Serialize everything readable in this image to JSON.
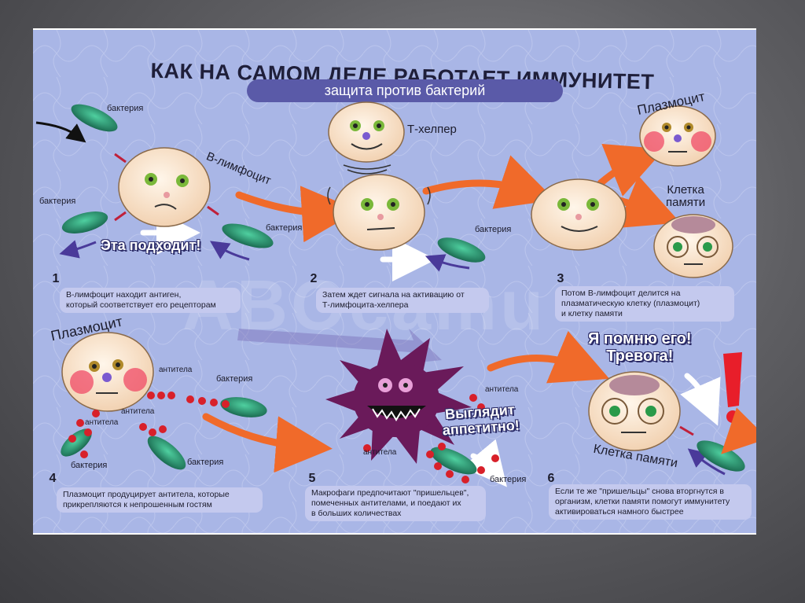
{
  "title": "КАК НА САМОМ ДЕЛЕ РАБОТАЕТ ИММУНИТЕТ",
  "subtitle": "защита против бактерий",
  "watermark": "ABOcamu",
  "labels": {
    "bacteria_1": "бактерия",
    "bacteria_2": "бактерия",
    "bacteria_3": "бактерия",
    "b_lymphocyte": "В-лимфоцит",
    "t_helper": "Т-хелпер",
    "plasmocyte_top": "Плазмоцит",
    "memory_cell_top": "Клетка\nпамяти",
    "plasmocyte_left": "Плазмоцит",
    "antibodies_1": "антитела",
    "antibodies_2": "антитела",
    "antibodies_3": "антитела",
    "antibodies_4": "антитела",
    "bacteria_4": "бактерия",
    "bacteria_5": "бактерия",
    "bacteria_6": "бактерия",
    "bacteria_7": "бактерия",
    "memory_cell_bottom": "Клетка памяти"
  },
  "shouts": {
    "fits": "Эта подходит!",
    "looks_tasty": "Выглядит\nаппетитно!",
    "i_remember": "Я помню его!\nТревога!"
  },
  "steps": [
    {
      "num": "1",
      "text": "В-лимфоцит находит антиген,\nкоторый соответствует его рецепторам"
    },
    {
      "num": "2",
      "text": "Затем ждет сигнала на активацию от\nТ-лимфоцита-хелпера"
    },
    {
      "num": "3",
      "text": "Потом В-лимфоцит делится на\nплазматическую клетку (плазмоцит)\nи клетку памяти"
    },
    {
      "num": "4",
      "text": "Плазмоцит продуцирует антитела, которые\nприкрепляются к непрошенным гостям"
    },
    {
      "num": "5",
      "text": "Макрофаги предпочитают \"пришельцев\",\nпомеченных антителами, и поедают их\nв больших количествах"
    },
    {
      "num": "6",
      "text": "Если те же \"пришельцы\" снова вторгнутся в\nорганизм, клетки памяти помогут иммунитету\nактивироваться намного быстрее"
    }
  ],
  "colors": {
    "background": "#a9b6e6",
    "pill": "#5a5aa8",
    "arrow": "#f06a2a",
    "bacteria": "#1f8a6a",
    "antibody": "#d8202a",
    "macrophage": "#6a1a5a"
  }
}
